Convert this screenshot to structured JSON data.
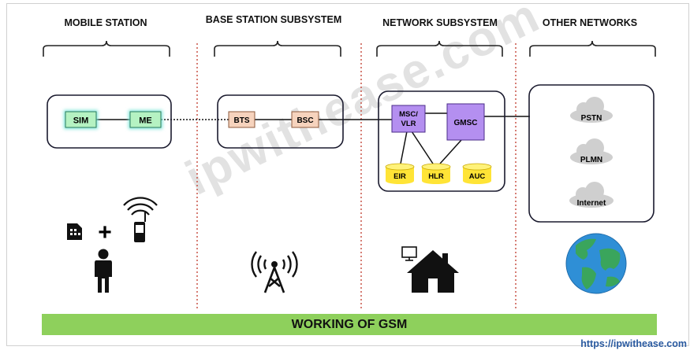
{
  "sections": [
    {
      "title": "MOBILE STATION"
    },
    {
      "title": "BASE STATION SUBSYSTEM"
    },
    {
      "title": "NETWORK SUBSYSTEM"
    },
    {
      "title": "OTHER NETWORKS"
    }
  ],
  "mobile_station": {
    "sim": "SIM",
    "me": "ME"
  },
  "bss": {
    "bts": "BTS",
    "bsc": "BSC"
  },
  "nss": {
    "msc_line1": "MSC/",
    "msc_line2": "VLR",
    "gmsc": "GMSC",
    "eir": "EIR",
    "hlr": "HLR",
    "auc": "AUC"
  },
  "other_networks": {
    "pstn": "PSTN",
    "plmn": "PLMN",
    "internet": "Internet"
  },
  "symbols": {
    "plus": "+"
  },
  "banner": "WORKING OF GSM",
  "watermark": "ipwithease.com",
  "url": "https://ipwithease.com",
  "colors": {
    "sim_fill": "#b5f2c2",
    "bts_fill": "#f6d3bd",
    "msc_fill": "#b48ff0",
    "db_fill": "#ffe436",
    "banner": "#8ed05c",
    "separator": "#c0392b"
  },
  "icons": [
    "sim-card-icon",
    "mobile-phone-icon",
    "person-icon",
    "antenna-tower-icon",
    "computer-icon",
    "house-icon",
    "cloud-icon",
    "globe-icon"
  ]
}
